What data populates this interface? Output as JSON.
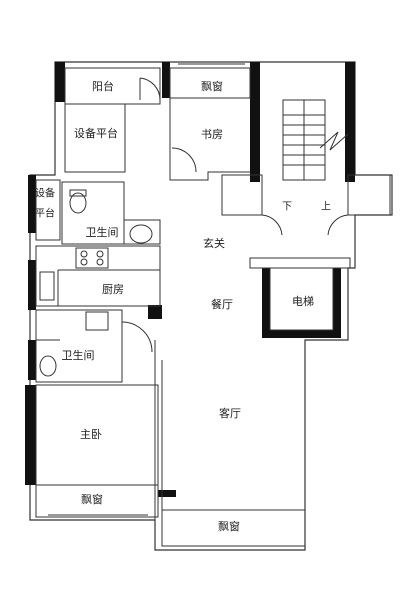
{
  "rooms": {
    "balcony": "阳台",
    "bay_window_top": "飘窗",
    "equipment_platform_top": "设备平台",
    "study": "书房",
    "equipment_platform_side_1": "设备",
    "equipment_platform_side_2": "平台",
    "bathroom_upper": "卫生间",
    "foyer": "玄关",
    "kitchen": "厨房",
    "dining": "餐厅",
    "elevator": "电梯",
    "bathroom_lower": "卫生间",
    "living": "客厅",
    "master_bedroom": "主卧",
    "bay_window_bedroom": "飘窗",
    "bay_window_living": "飘窗"
  },
  "stairs": {
    "down": "下",
    "up": "上"
  }
}
